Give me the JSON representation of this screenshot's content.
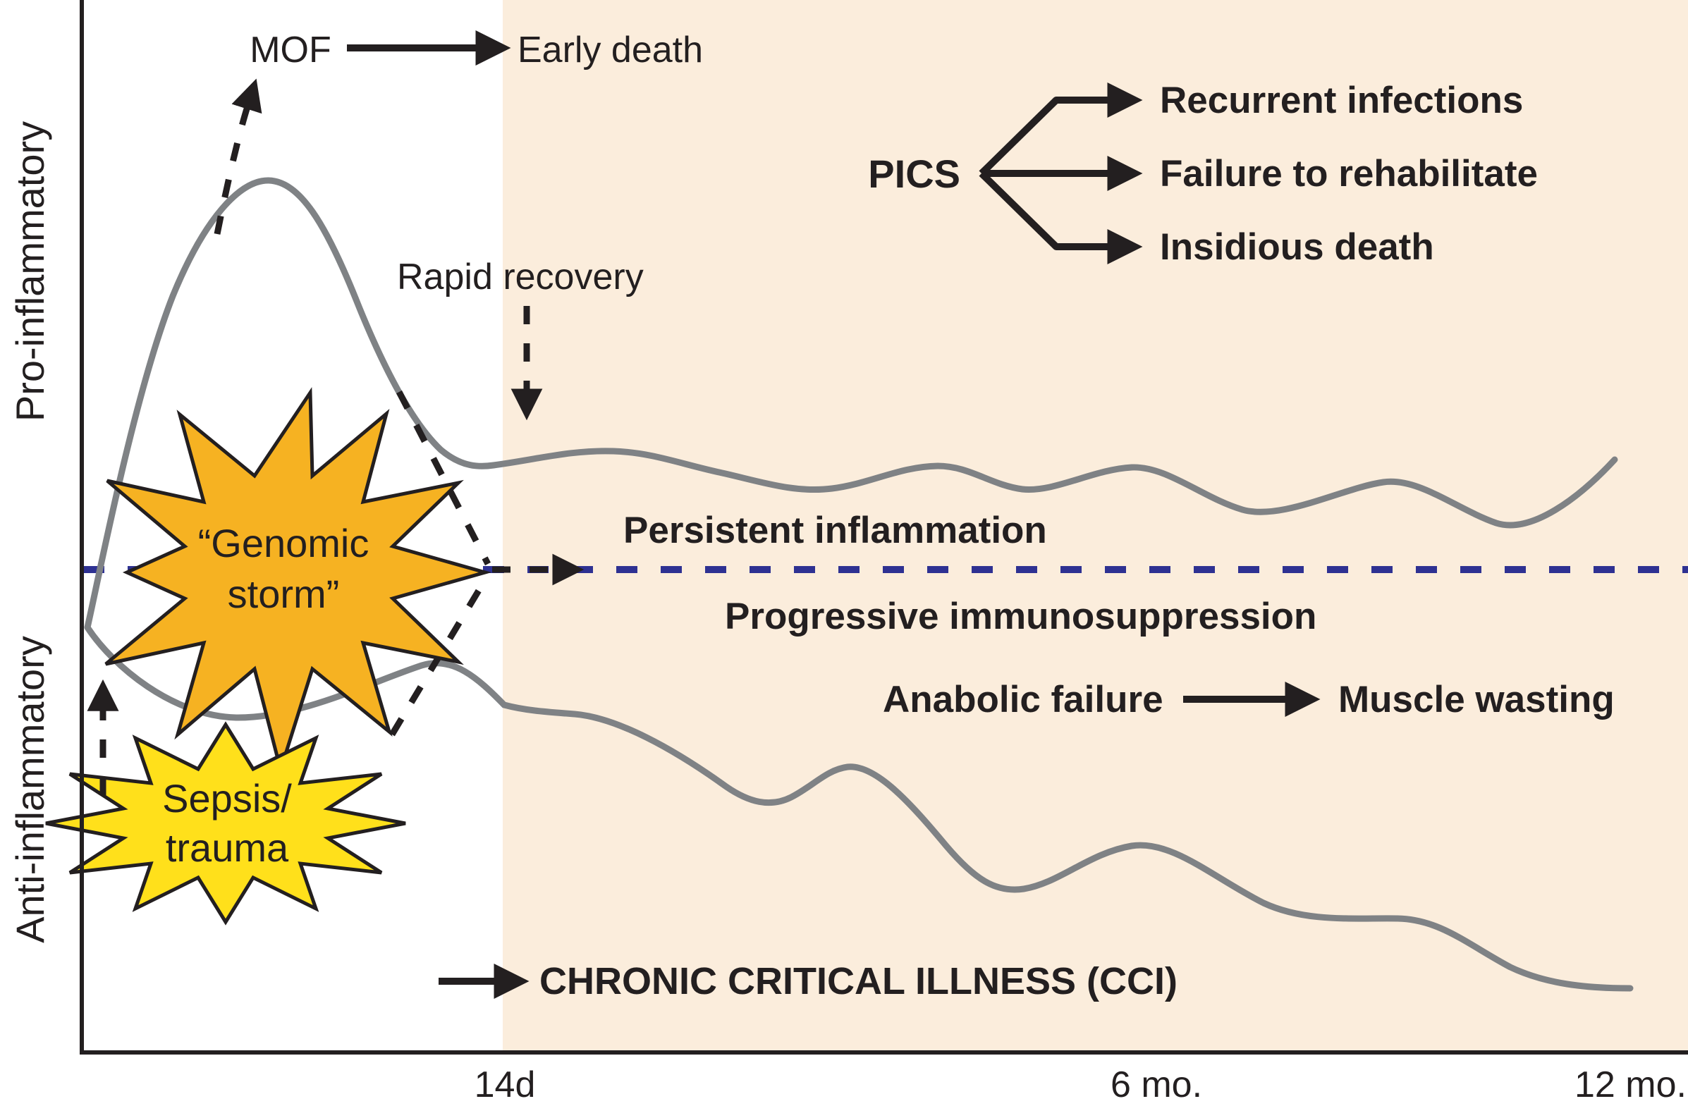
{
  "figure": {
    "type": "conceptual-diagram",
    "topic": "Sepsis/trauma response trajectories leading to rapid recovery, early death, or chronic critical illness with PICS"
  },
  "colors": {
    "background": "#FFFFFF",
    "chronic_phase_shade": "#FBEDDC",
    "curve_gray": "#7F8285",
    "homeostasis_dash_blue": "#2E3192",
    "text_black": "#231F20",
    "genomic_storm_star": "#F6B222",
    "sepsis_trauma_star": "#FFE01B"
  },
  "y_axis": {
    "top_label": "Pro-inflammatory",
    "bottom_label": "Anti-inflammatory"
  },
  "x_axis": {
    "ticks": [
      "14d",
      "6 mo.",
      "12 mo."
    ]
  },
  "labels": {
    "mof": "MOF",
    "early_death": "Early death",
    "rapid_recovery": "Rapid recovery",
    "pics": "PICS",
    "pics_outcomes": [
      "Recurrent infections",
      "Failure to rehabilitate",
      "Insidious death"
    ],
    "persistent_inflammation": "Persistent inflammation",
    "progressive_immunosuppression": "Progressive immunosuppression",
    "anabolic_failure": "Anabolic failure",
    "muscle_wasting": "Muscle wasting",
    "cci": "CHRONIC CRITICAL ILLNESS (CCI)",
    "genomic_storm_line1": "“Genomic",
    "genomic_storm_line2": "storm”",
    "sepsis_line1": "Sepsis/",
    "sepsis_line2": "trauma"
  }
}
